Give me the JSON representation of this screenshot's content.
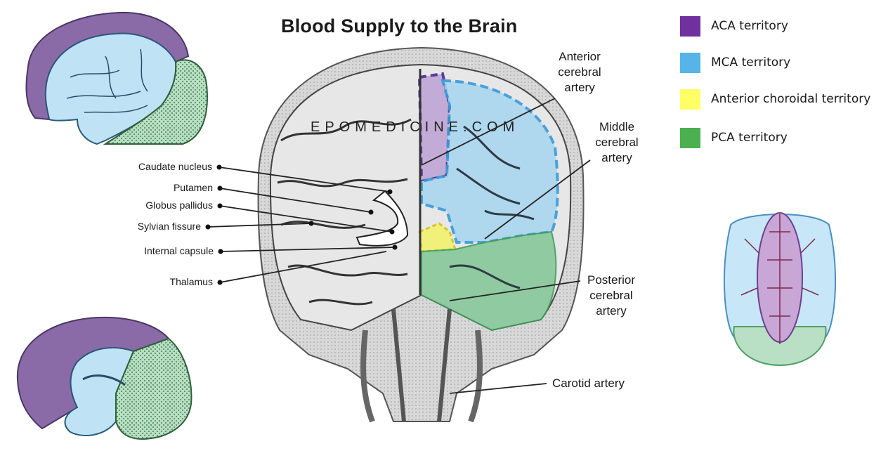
{
  "title": "Blood Supply to the Brain",
  "watermark": "EPOMEDICINE.COM",
  "legend": [
    {
      "label": "ACA territory",
      "color": "#7030a0"
    },
    {
      "label": "MCA territory",
      "color": "#56b4e9"
    },
    {
      "label": "Anterior choroidal territory",
      "color": "#ffff66"
    },
    {
      "label": "PCA territory",
      "color": "#4caf50"
    }
  ],
  "left_labels": [
    "Caudate nucleus",
    "Putamen",
    "Globus pallidus",
    "Sylvian fissure",
    "Internal capsule",
    "Thalamus"
  ],
  "right_labels": {
    "aca": [
      "Anterior",
      "cerebral",
      "artery"
    ],
    "mca": [
      "Middle",
      "cerebral",
      "artery"
    ],
    "pca": [
      "Posterior",
      "cerebral",
      "artery"
    ],
    "carotid": "Carotid artery"
  },
  "colors": {
    "aca": "#7b5a9e",
    "mca": "#a9d8f2",
    "pca": "#8fcfa0",
    "bone": "#cfcfcf",
    "brain": "#e9e9e9"
  }
}
